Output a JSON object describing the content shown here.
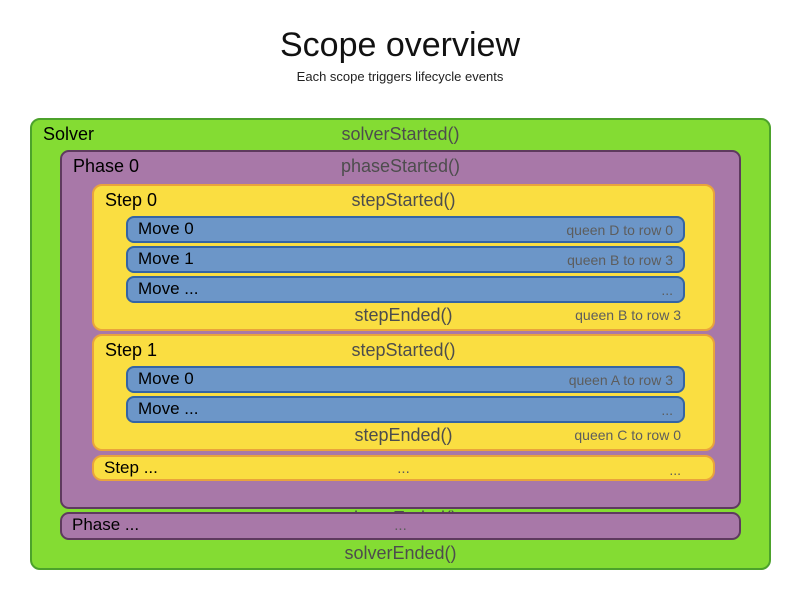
{
  "title": "Scope overview",
  "subtitle": "Each scope triggers lifecycle events",
  "colors": {
    "solver_fill": "#84dc33",
    "solver_border": "#4ca22b",
    "phase_fill": "#a878a8",
    "phase_border": "#5e3a5e",
    "step_fill": "#fade41",
    "step_border": "#e9a33c",
    "move_fill": "#6c96c8",
    "move_border": "#3465a4",
    "event_text": "#4d4d4d",
    "detail_text": "#5d5d5d"
  },
  "solver": {
    "label": "Solver",
    "started": "solverStarted()",
    "ended": "solverEnded()",
    "phase0": {
      "label": "Phase 0",
      "started": "phaseStarted()",
      "ended": "phaseEnded()",
      "steps": [
        {
          "label": "Step 0",
          "started": "stepStarted()",
          "moves": [
            {
              "label": "Move 0",
              "detail": "queen D to row 0"
            },
            {
              "label": "Move 1",
              "detail": "queen B to row 3"
            },
            {
              "label": "Move ...",
              "detail": "..."
            }
          ],
          "ended": "stepEnded()",
          "ended_detail": "queen B to row 3"
        },
        {
          "label": "Step 1",
          "started": "stepStarted()",
          "moves": [
            {
              "label": "Move 0",
              "detail": "queen A to row 3"
            },
            {
              "label": "Move ...",
              "detail": "..."
            }
          ],
          "ended": "stepEnded()",
          "ended_detail": "queen C to row 0"
        }
      ],
      "step_more": {
        "label": "Step ...",
        "center": "...",
        "right": "..."
      }
    },
    "phase_more": {
      "label": "Phase ...",
      "center": "..."
    }
  }
}
